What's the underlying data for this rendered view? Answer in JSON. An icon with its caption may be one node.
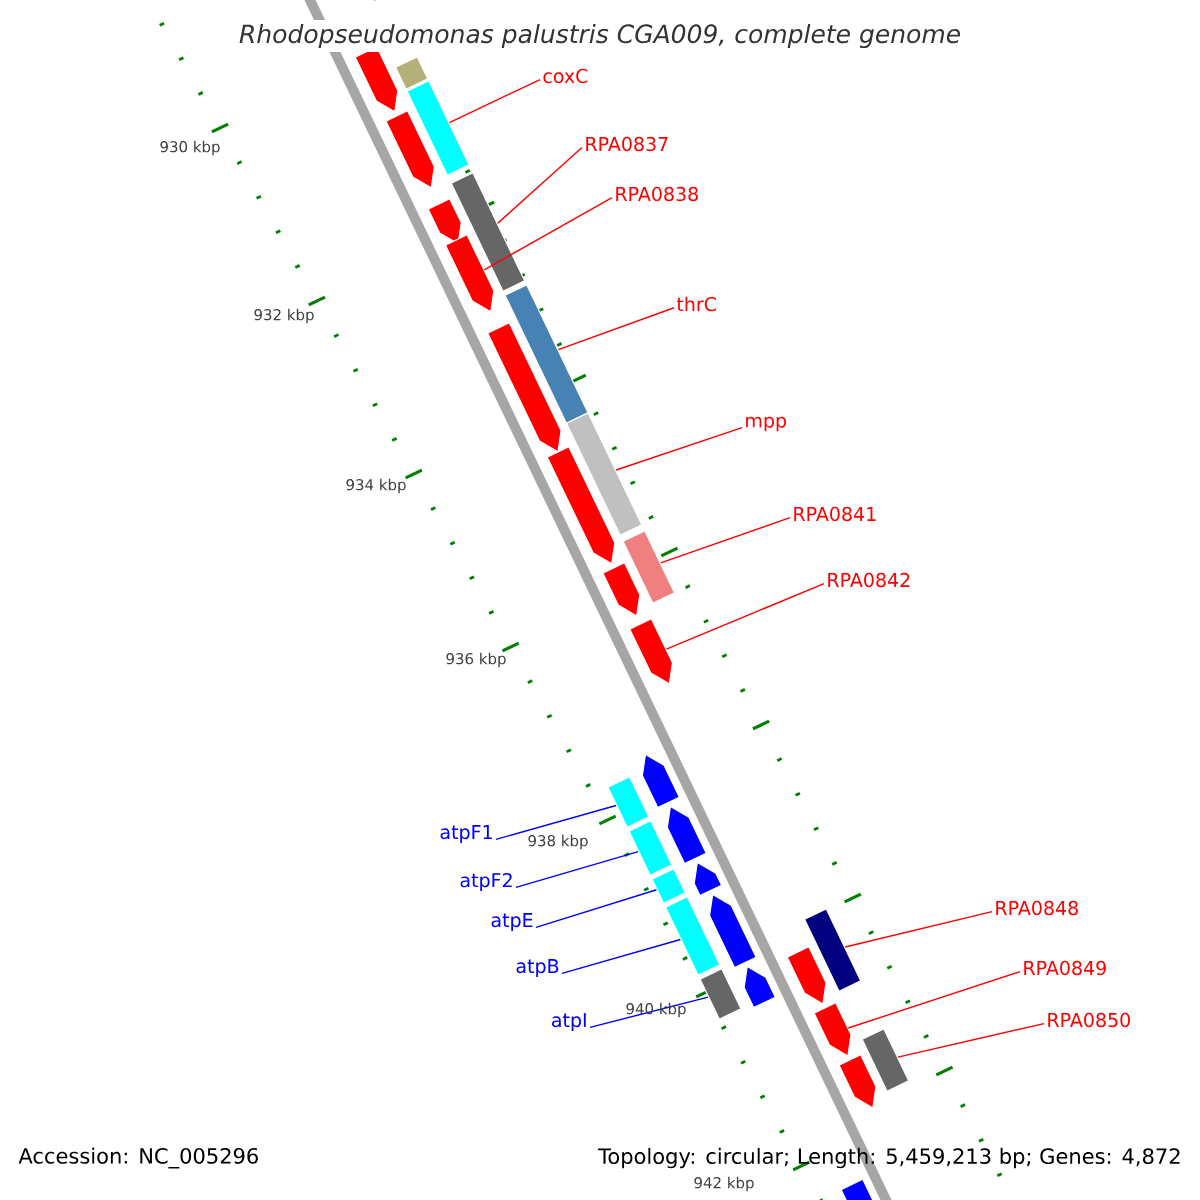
{
  "diagram": {
    "title": "Rhodopseudomonas palustris CGA009, complete genome",
    "nodes": [
      {
        "text": [
          "coxC"
        ]
      },
      {
        "text": [
          "RPA0837"
        ]
      },
      {
        "text": [
          "RPA0838"
        ]
      },
      {
        "text": [
          "thrC"
        ]
      },
      {
        "text": [
          "mpp"
        ]
      },
      {
        "text": [
          "RPA0841"
        ]
      },
      {
        "text": [
          "RPA0842"
        ]
      },
      {
        "text": [
          "atpF1"
        ]
      },
      {
        "text": [
          "atpF2"
        ]
      },
      {
        "text": [
          "atpE"
        ]
      },
      {
        "text": [
          "atpB"
        ]
      },
      {
        "text": [
          "atpI"
        ]
      },
      {
        "text": [
          "RPA0848"
        ]
      },
      {
        "text": [
          "RPA0849"
        ]
      },
      {
        "text": [
          "RPA0850"
        ]
      },
      {
        "text": [],
        "shape": "arrow"
      },
      {
        "text": [],
        "shape": "bar"
      },
      {
        "text": [],
        "shape": "bar"
      },
      {
        "text": [],
        "shape": "arrow"
      },
      {
        "text": [],
        "shape": "bar"
      },
      {
        "text": [],
        "shape": "arrow"
      },
      {
        "text": [],
        "shape": "arrow"
      },
      {
        "text": [],
        "shape": "bar"
      },
      {
        "text": [],
        "shape": "arrow"
      },
      {
        "text": [],
        "shape": "bar"
      },
      {
        "text": [],
        "shape": "arrow"
      },
      {
        "text": [],
        "shape": "bar"
      },
      {
        "text": [],
        "shape": "arrow"
      },
      {
        "text": [],
        "shape": "arrow"
      },
      {
        "text": [],
        "shape": "arrow"
      },
      {
        "text": [],
        "shape": "bar"
      },
      {
        "text": [],
        "shape": "arrow"
      },
      {
        "text": [],
        "shape": "bar"
      },
      {
        "text": [],
        "shape": "bar"
      },
      {
        "text": [],
        "shape": "arrow"
      },
      {
        "text": [],
        "shape": "bar"
      },
      {
        "text": [],
        "shape": "arrow"
      },
      {
        "text": [],
        "shape": "bar"
      },
      {
        "text": [],
        "shape": "bar"
      },
      {
        "text": [],
        "shape": "arrow"
      },
      {
        "text": [],
        "shape": "arrow"
      },
      {
        "text": [],
        "shape": "arrow"
      },
      {
        "text": [],
        "shape": "bar"
      },
      {
        "text": [],
        "shape": "arrow"
      },
      {
        "text": [],
        "shape": "bar"
      }
    ],
    "edges": [
      {
        "from": 0,
        "to": 17,
        "arrow": "none"
      },
      {
        "from": 1,
        "to": 19,
        "arrow": "none"
      },
      {
        "from": 2,
        "to": 21,
        "arrow": "none"
      },
      {
        "from": 3,
        "to": 22,
        "arrow": "none"
      },
      {
        "from": 4,
        "to": 24,
        "arrow": "none"
      },
      {
        "from": 5,
        "to": 26,
        "arrow": "none"
      },
      {
        "from": 6,
        "to": 28,
        "arrow": "none"
      },
      {
        "from": 7,
        "to": 30,
        "arrow": "none",
        "color": "#0000ff"
      },
      {
        "from": 8,
        "to": 32,
        "arrow": "none",
        "color": "#0000ff"
      },
      {
        "from": 9,
        "to": 33,
        "arrow": "none",
        "color": "#0000ff"
      },
      {
        "from": 10,
        "to": 35,
        "arrow": "none",
        "color": "#0000ff"
      },
      {
        "from": 11,
        "to": 38,
        "arrow": "none",
        "color": "#0000ff"
      },
      {
        "from": 12,
        "to": 37,
        "arrow": "none"
      },
      {
        "from": 13,
        "to": 41,
        "arrow": "none"
      },
      {
        "from": 14,
        "to": 42,
        "arrow": "none"
      }
    ],
    "labels": [
      "930 kbp",
      "932 kbp",
      "934 kbp",
      "936 kbp",
      "938 kbp",
      "940 kbp",
      "942 kbp",
      "Accession: NC_005296",
      "Topology: circular; Length: 5,459,213 bp; Genes: 4,872"
    ]
  }
}
